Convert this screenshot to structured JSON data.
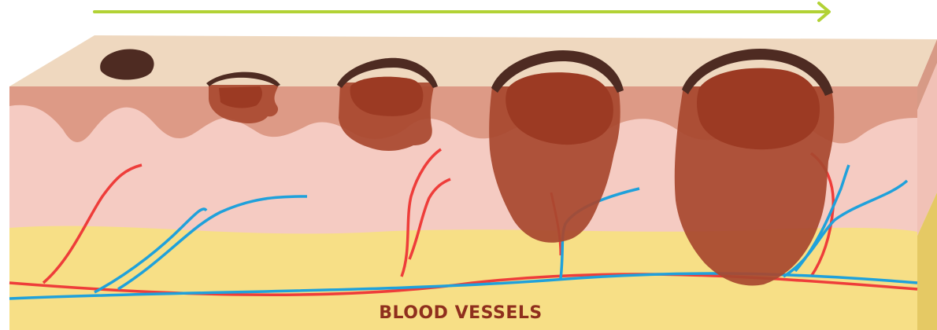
{
  "labels": {
    "blood_vessels": "BLOOD VESSELS"
  },
  "colors": {
    "arrow": "#b2d235",
    "epidermis_top": "#efd8bf",
    "epidermis": "#dd9a86",
    "dermis": "#f5cbc2",
    "fat": "#f7df86",
    "fat_side": "#e5c964",
    "melanoma": "#a8482f",
    "melanoma_core": "#9c3a23",
    "melanoma_crust": "#4e2b22",
    "artery": "#ee3d3a",
    "vein": "#1fa1db",
    "label_text": "#8f2f1d"
  },
  "stages": [
    {
      "name": "stage-1-mole"
    },
    {
      "name": "stage-2-lesion"
    },
    {
      "name": "stage-3-lesion"
    },
    {
      "name": "stage-4-lesion"
    },
    {
      "name": "stage-5-lesion"
    }
  ]
}
